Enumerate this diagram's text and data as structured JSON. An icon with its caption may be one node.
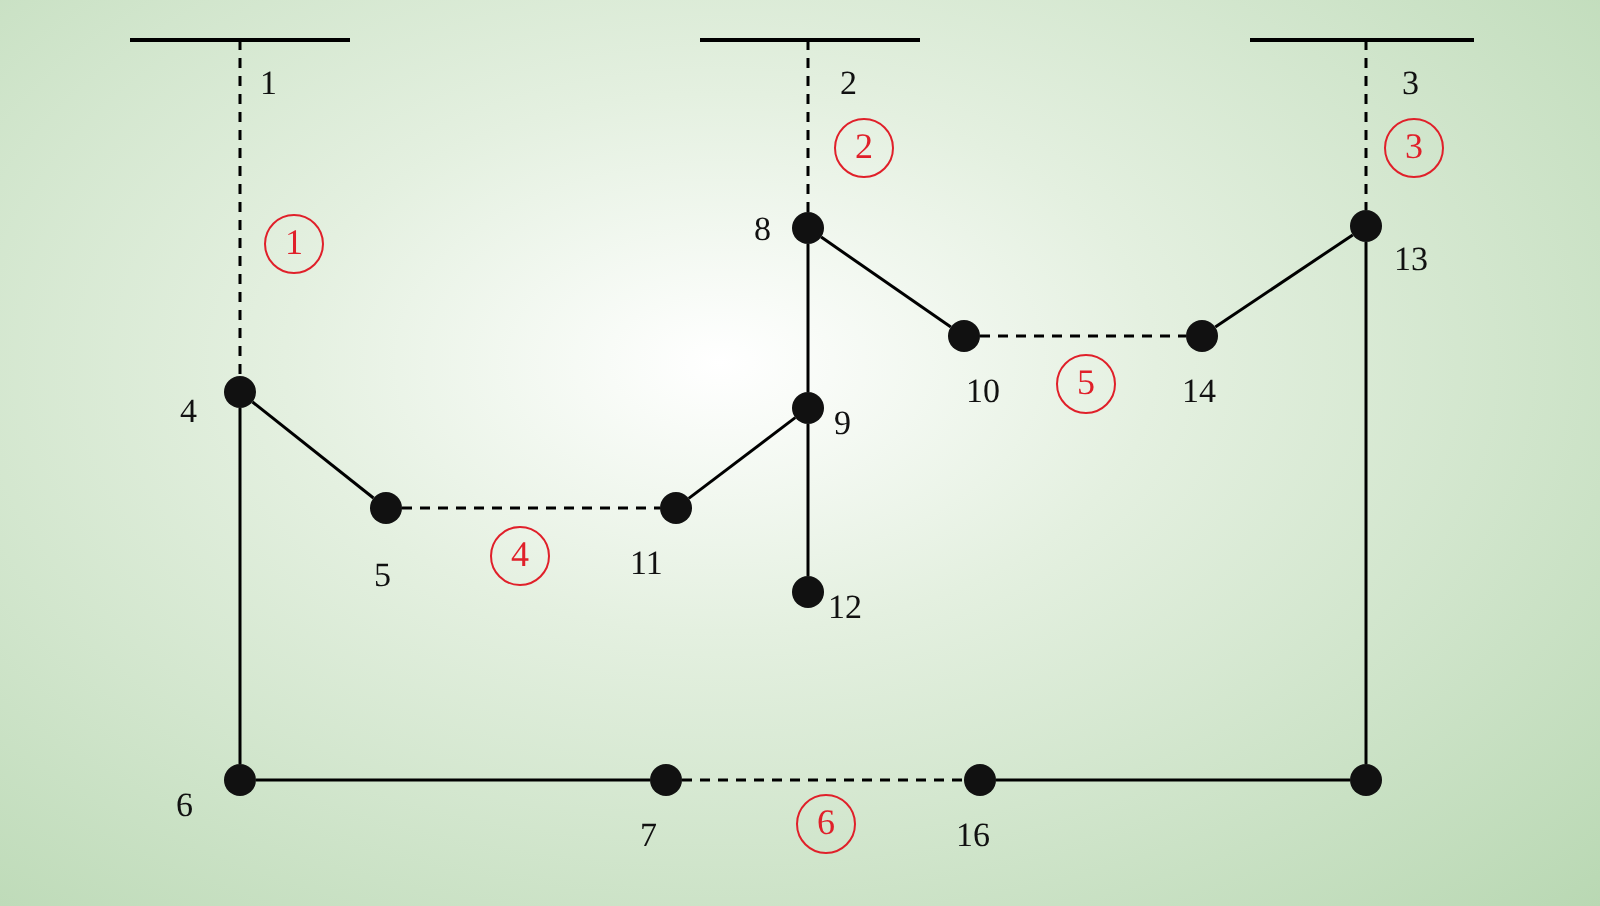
{
  "diagram": {
    "nodes": [
      {
        "text": [],
        "shape": "bar",
        "beside": [
          "1"
        ]
      },
      {
        "text": [],
        "shape": "bar",
        "beside": [
          "2"
        ]
      },
      {
        "text": [],
        "shape": "bar",
        "beside": [
          "3"
        ]
      },
      {
        "text": [],
        "shape": "circle",
        "beside": [
          "4"
        ]
      },
      {
        "text": [],
        "shape": "circle",
        "beside": [
          "5"
        ]
      },
      {
        "text": [],
        "shape": "circle",
        "beside": [
          "6"
        ]
      },
      {
        "text": [],
        "shape": "circle",
        "beside": [
          "7"
        ]
      },
      {
        "text": [],
        "shape": "circle",
        "beside": [
          "8"
        ]
      },
      {
        "text": [],
        "shape": "circle",
        "beside": [
          "9"
        ]
      },
      {
        "text": [],
        "shape": "circle",
        "beside": [
          "10"
        ]
      },
      {
        "text": [],
        "shape": "circle",
        "beside": [
          "11"
        ]
      },
      {
        "text": [],
        "shape": "circle",
        "beside": [
          "12"
        ]
      },
      {
        "text": [],
        "shape": "circle",
        "beside": [
          "13"
        ]
      },
      {
        "text": [],
        "shape": "circle",
        "beside": [
          "14"
        ]
      },
      {
        "text": [],
        "shape": "circle",
        "beside": [
          "16"
        ]
      },
      {
        "text": [],
        "shape": "circle"
      }
    ],
    "edges": [
      {
        "from": 0,
        "to": 3,
        "arrow": "none",
        "style": "dashed",
        "label": "1"
      },
      {
        "from": 1,
        "to": 7,
        "arrow": "none",
        "style": "dashed",
        "label": "2"
      },
      {
        "from": 2,
        "to": 12,
        "arrow": "none",
        "style": "dashed",
        "label": "3"
      },
      {
        "from": 3,
        "to": 4,
        "arrow": "none"
      },
      {
        "from": 4,
        "to": 10,
        "arrow": "none",
        "style": "dashed",
        "label": "4"
      },
      {
        "from": 10,
        "to": 8,
        "arrow": "none"
      },
      {
        "from": 7,
        "to": 8,
        "arrow": "none"
      },
      {
        "from": 8,
        "to": 11,
        "arrow": "none"
      },
      {
        "from": 7,
        "to": 9,
        "arrow": "none"
      },
      {
        "from": 9,
        "to": 13,
        "arrow": "none",
        "style": "dashed",
        "label": "5"
      },
      {
        "from": 13,
        "to": 12,
        "arrow": "none"
      },
      {
        "from": 3,
        "to": 5,
        "arrow": "none"
      },
      {
        "from": 5,
        "to": 6,
        "arrow": "none"
      },
      {
        "from": 6,
        "to": 14,
        "arrow": "none",
        "style": "dashed",
        "label": "6"
      },
      {
        "from": 14,
        "to": 15,
        "arrow": "none"
      },
      {
        "from": 15,
        "to": 12,
        "arrow": "none"
      }
    ]
  }
}
